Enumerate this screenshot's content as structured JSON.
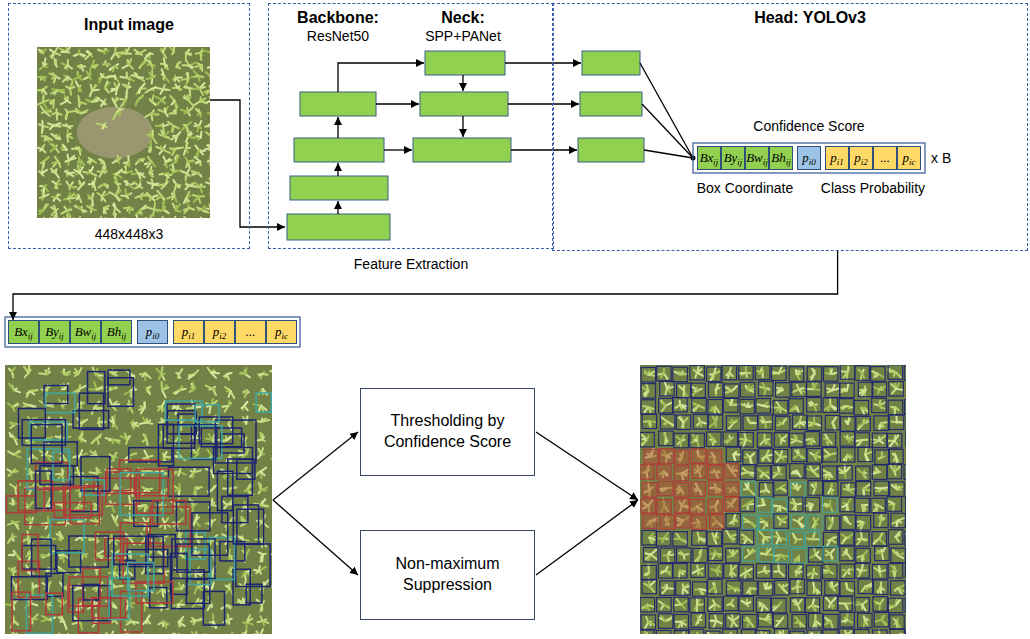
{
  "diagram": {
    "nodes": [
      {
        "text": [
          "Input image",
          "448x448x3"
        ]
      },
      {
        "text": [
          "Backbone:",
          "ResNet50",
          "Neck:",
          "SPP+PANet"
        ]
      },
      {
        "text": [
          "Head: YOLOv3"
        ]
      },
      {
        "text": [
          "Bx",
          "ij"
        ],
        "in": 2
      },
      {
        "text": [
          "By",
          "ij"
        ],
        "in": 2
      },
      {
        "text": [
          "Bw",
          "ij"
        ],
        "in": 2
      },
      {
        "text": [
          "Bh",
          "ij"
        ],
        "in": 2
      },
      {
        "text": [
          "p",
          "i0"
        ],
        "in": 2
      },
      {
        "text": [
          "p",
          "i1"
        ],
        "in": 2
      },
      {
        "text": [
          "p",
          "i2"
        ],
        "in": 2
      },
      {
        "text": [
          "..."
        ],
        "in": 2
      },
      {
        "text": [
          "p",
          "ic"
        ],
        "in": 2
      },
      {
        "text": [
          "Bx",
          "ij"
        ]
      },
      {
        "text": [
          "By",
          "ij"
        ]
      },
      {
        "text": [
          "Bw",
          "ij"
        ]
      },
      {
        "text": [
          "Bh",
          "ij"
        ]
      },
      {
        "text": [
          "p",
          "i0"
        ]
      },
      {
        "text": [
          "p",
          "i1"
        ]
      },
      {
        "text": [
          "p",
          "i2"
        ]
      },
      {
        "text": [
          "..."
        ]
      },
      {
        "text": [
          "p",
          "ic"
        ]
      },
      {
        "text": [
          "Thresholding by Confidence Score"
        ]
      },
      {
        "text": [
          "Non-maximum Suppression"
        ]
      }
    ],
    "edges": [
      {
        "from": 2,
        "to": 12,
        "arrow": "to"
      }
    ],
    "labels": [
      "Confidence Score",
      "x B",
      "Box Coordinate",
      "Class Probability",
      "Feature Extraction"
    ]
  }
}
